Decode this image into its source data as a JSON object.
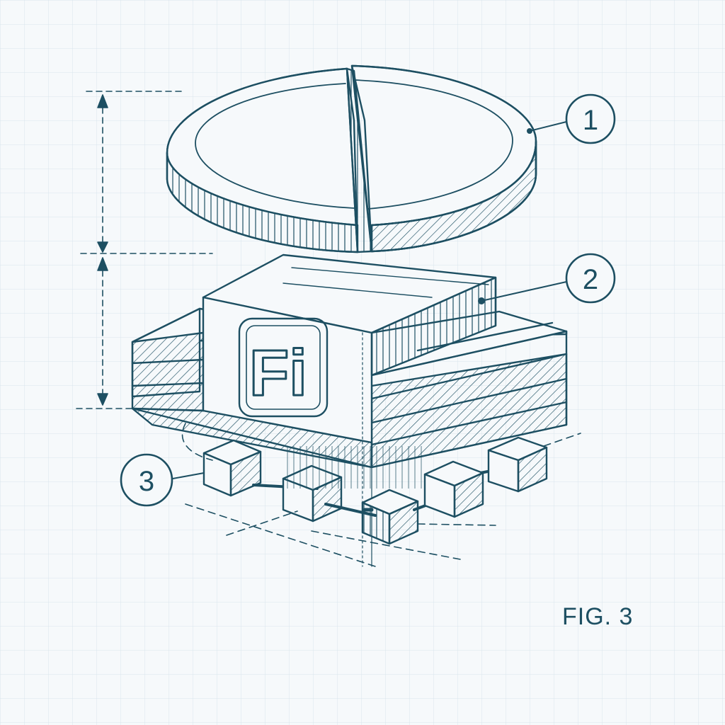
{
  "figure": {
    "label": "FIG. 3",
    "logo_text": "Fi",
    "callouts": [
      {
        "number": "1",
        "part": "coin"
      },
      {
        "number": "2",
        "part": "block"
      },
      {
        "number": "3",
        "part": "cube-chain"
      }
    ]
  },
  "colors": {
    "paper": "#f6f9fb",
    "grid": "#d7e4ec",
    "ink": "#1d4f62"
  }
}
